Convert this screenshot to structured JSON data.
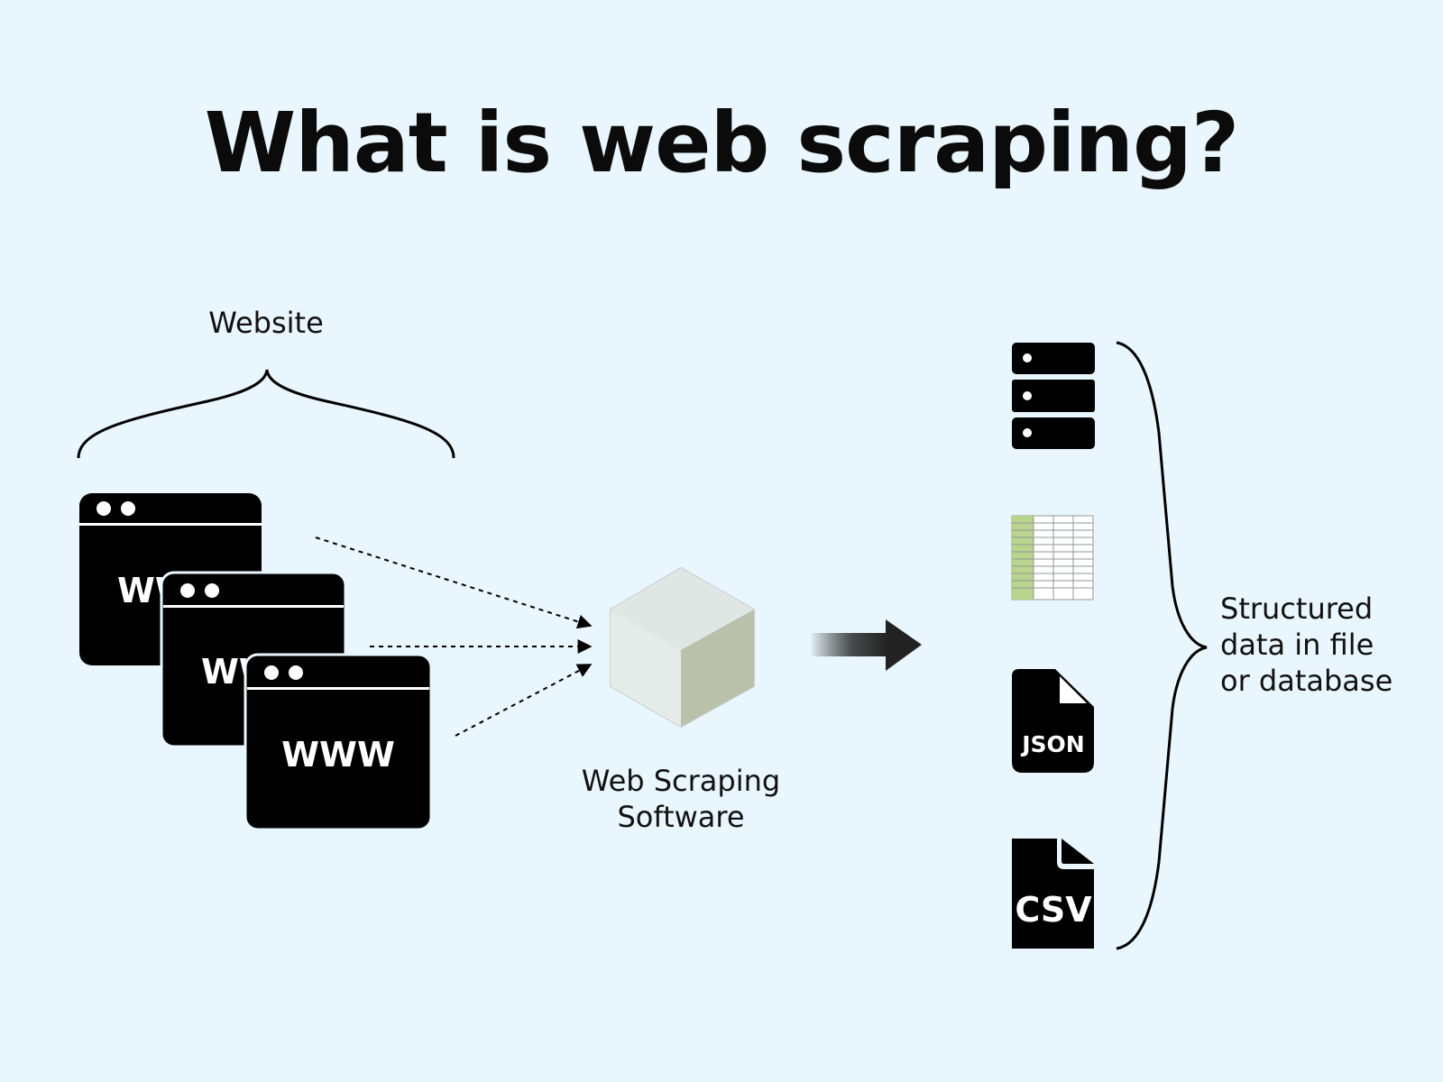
{
  "title": "What is web scraping?",
  "website_label": "Website",
  "browser_text": "WWW",
  "software_label_line1": "Web Scraping",
  "software_label_line2": "Software",
  "result_label_line1": "Structured",
  "result_label_line2": "data in file",
  "result_label_line3": "or database",
  "json_label": "JSON",
  "csv_label": "CSV",
  "icons": [
    "server-icon",
    "spreadsheet-icon",
    "json-file-icon",
    "csv-file-icon",
    "browser-window-icon",
    "cube-icon"
  ],
  "colors": {
    "background": "#e9f6fd",
    "icon": "#000000",
    "spreadsheet_accent": "#b9d48d",
    "cube_light": "#dfe6e4",
    "cube_dark": "#b9c1aa"
  }
}
